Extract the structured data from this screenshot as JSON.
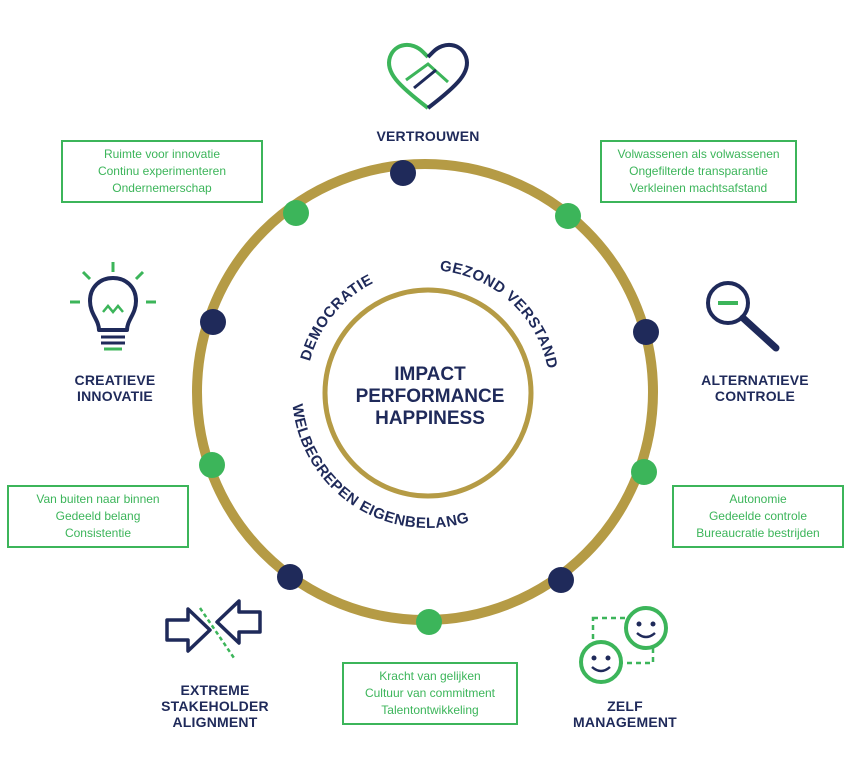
{
  "center": {
    "lines": [
      "IMPACT",
      "PERFORMANCE",
      "HAPPINESS"
    ]
  },
  "arc_labels": {
    "democratie": "DEMOCRATIE",
    "gezond_verstand": "GEZOND VERSTAND",
    "welbegrepen_eigenbelang": "WELBEGREPEN EIGENBELANG"
  },
  "sections": {
    "vertrouwen": {
      "title": [
        "VERTROUWEN"
      ],
      "icon": "handshake-heart-icon"
    },
    "alternatieve_controle": {
      "title": [
        "ALTERNATIEVE",
        "CONTROLE"
      ],
      "icon": "magnifier-minus-icon"
    },
    "zelf_management": {
      "title": [
        "ZELF",
        "MANAGEMENT"
      ],
      "icon": "smiley-faces-icon"
    },
    "extreme_stakeholder_alignment": {
      "title": [
        "EXTREME",
        "STAKEHOLDER",
        "ALIGNMENT"
      ],
      "icon": "opposing-arrows-icon"
    },
    "creatieve_innovatie": {
      "title": [
        "CREATIEVE",
        "INNOVATIE"
      ],
      "icon": "lightbulb-icon"
    }
  },
  "boxes": {
    "top_left": [
      "Ruimte voor innovatie",
      "Continu experimenteren",
      "Ondernemerschap"
    ],
    "top_right": [
      "Volwassenen als volwassenen",
      "Ongefilterde transparantie",
      "Verkleinen machtsafstand"
    ],
    "right": [
      "Autonomie",
      "Gedeelde controle",
      "Bureaucratie bestrijden"
    ],
    "bottom": [
      "Kracht van gelijken",
      "Cultuur van commitment",
      "Talentontwikkeling"
    ],
    "left": [
      "Van buiten naar binnen",
      "Gedeeld belang",
      "Consistentie"
    ]
  },
  "colors": {
    "gold": "#b59b45",
    "navy": "#1f2a5a",
    "green": "#3cb55a"
  }
}
